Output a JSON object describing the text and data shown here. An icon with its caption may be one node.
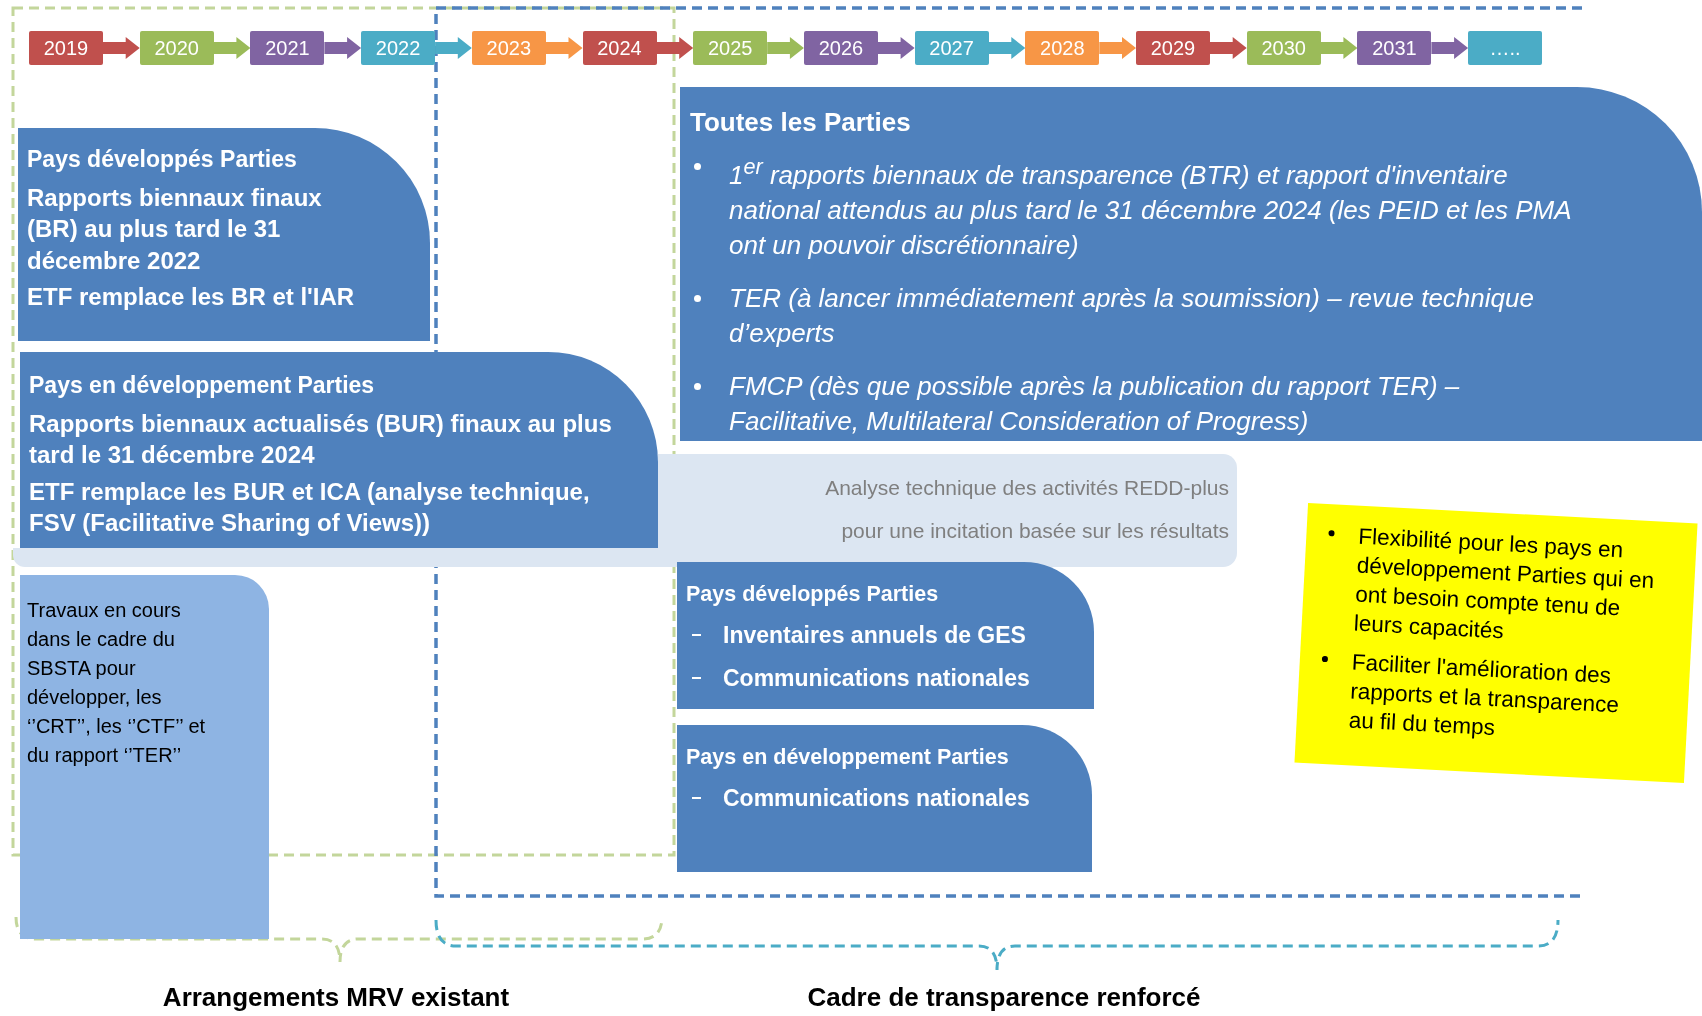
{
  "diagram": {
    "nodes": [
      {
        "text": [
          "2019"
        ]
      },
      {
        "text": [
          "2020"
        ]
      },
      {
        "text": [
          "2021"
        ]
      },
      {
        "text": [
          "2022"
        ]
      },
      {
        "text": [
          "2023"
        ]
      },
      {
        "text": [
          "2024"
        ]
      },
      {
        "text": [
          "2025"
        ]
      },
      {
        "text": [
          "2026"
        ]
      },
      {
        "text": [
          "2027"
        ]
      },
      {
        "text": [
          "2028"
        ]
      },
      {
        "text": [
          "2029"
        ]
      },
      {
        "text": [
          "2030"
        ]
      },
      {
        "text": [
          "2031"
        ]
      },
      {
        "text": [
          "….."
        ]
      },
      {
        "text": [
          "Pays développés Parties",
          "Rapports biennaux finaux (BR) au plus tard le 31 décembre 2022",
          "ETF remplace les BR et l'IAR"
        ]
      },
      {
        "text": [
          "Pays en développement Parties",
          "Rapports biennaux actualisés (BUR) finaux au plus tard le 31 décembre 2024",
          "ETF remplace les BUR et ICA (analyse technique, FSV (Facilitative Sharing of Views))"
        ]
      },
      {
        "text": [
          "Analyse technique des activités REDD-plus",
          "pour une incitation basée sur les résultats"
        ]
      },
      {
        "text": [
          "Travaux en cours dans le cadre du SBSTA pour développer, les ‘’CRT’’, les ‘’CTF’’ et du rapport ‘’TER’’"
        ]
      },
      {
        "text": [
          "Toutes les Parties",
          "1$^{er}$ rapports biennaux de transparence (BTR) et rapport d'inventaire national attendus au plus tard le 31 décembre 2024 (les PEID et les PMA ont un pouvoir discrétionnaire)",
          "TER (à lancer immédiatement après la soumission) – revue technique d’experts",
          "FMCP (dès que possible après la publication du rapport TER) – Facilitative, Multilateral Consideration of Progress)"
        ]
      },
      {
        "text": [
          "Pays développés Parties",
          "Inventaires annuels de GES",
          "Communications nationales"
        ]
      },
      {
        "text": [
          "Pays en développement Parties",
          "Communications nationales"
        ]
      },
      {
        "text": [
          "Flexibilité pour les pays en développement Parties qui en ont besoin compte tenu de leurs capacités",
          "Faciliter l'amélioration des rapports et la transparence au fil du temps"
        ]
      }
    ],
    "edges": [
      {
        "from": 0,
        "to": 1,
        "arrow": "to",
        "color": "#c0504d"
      },
      {
        "from": 1,
        "to": 2,
        "arrow": "to",
        "color": "#9bbb59"
      },
      {
        "from": 2,
        "to": 3,
        "arrow": "to",
        "color": "#8064a2"
      },
      {
        "from": 3,
        "to": 4,
        "arrow": "to",
        "color": "#4bacc6"
      },
      {
        "from": 4,
        "to": 5,
        "arrow": "to",
        "color": "#f79646"
      },
      {
        "from": 5,
        "to": 6,
        "arrow": "to",
        "color": "#c0504d"
      },
      {
        "from": 6,
        "to": 7,
        "arrow": "to",
        "color": "#9bbb59"
      },
      {
        "from": 7,
        "to": 8,
        "arrow": "to",
        "color": "#8064a2"
      },
      {
        "from": 8,
        "to": 9,
        "arrow": "to",
        "color": "#4bacc6"
      },
      {
        "from": 9,
        "to": 10,
        "arrow": "to",
        "color": "#f79646"
      },
      {
        "from": 10,
        "to": 11,
        "arrow": "to",
        "color": "#c0504d"
      },
      {
        "from": 11,
        "to": 12,
        "arrow": "to",
        "color": "#9bbb59"
      },
      {
        "from": 12,
        "to": 13,
        "arrow": "to",
        "color": "#8064a2"
      }
    ],
    "labels": [
      "Arrangements MRV existant",
      "Cadre de transparence renforcé"
    ]
  }
}
